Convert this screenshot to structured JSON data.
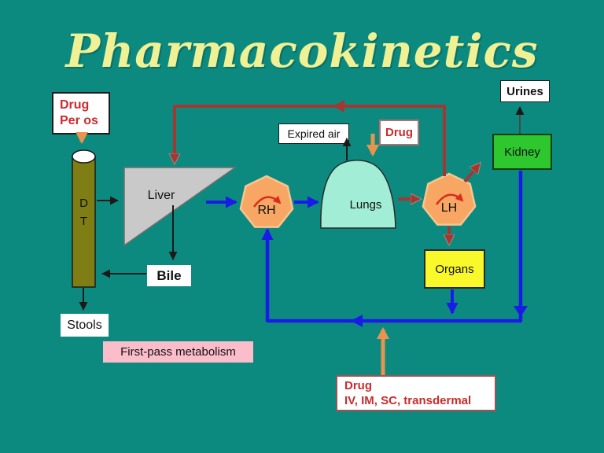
{
  "slide": {
    "title": "Pharmacokinetics",
    "colors": {
      "background": "#0d8a80",
      "title_text": "#f0f094",
      "red_label_text": "#c92c2c",
      "dark_red_arrow": "#a23832",
      "blue_arrow": "#1b1be8",
      "orange_arrow": "#e8944e",
      "black_arrow": "#1a1a1a",
      "liver_fill": "#c9c9c9",
      "digestive_tract_fill": "#7e7e14",
      "heart_fill": "#f8a663",
      "lungs_fill": "#a2edd5",
      "kidney_fill": "#2ec82e",
      "organs_fill": "#f8f82a",
      "first_pass_fill": "#fabdc9"
    }
  },
  "labels": {
    "drug_per_os_line1": "Drug",
    "drug_per_os_line2": "Per os",
    "dt_line1": "D",
    "dt_line2": "T",
    "liver": "Liver",
    "bile": "Bile",
    "stools": "Stools",
    "first_pass": "First-pass metabolism",
    "rh": "RH",
    "lungs": "Lungs",
    "expired_air": "Expired air",
    "drug_inhaled": "Drug",
    "lh": "LH",
    "kidney": "Kidney",
    "urines": "Urines",
    "organs": "Organs",
    "drug_parenteral_line1": "Drug",
    "drug_parenteral_line2": "IV, IM, SC, transdermal"
  }
}
